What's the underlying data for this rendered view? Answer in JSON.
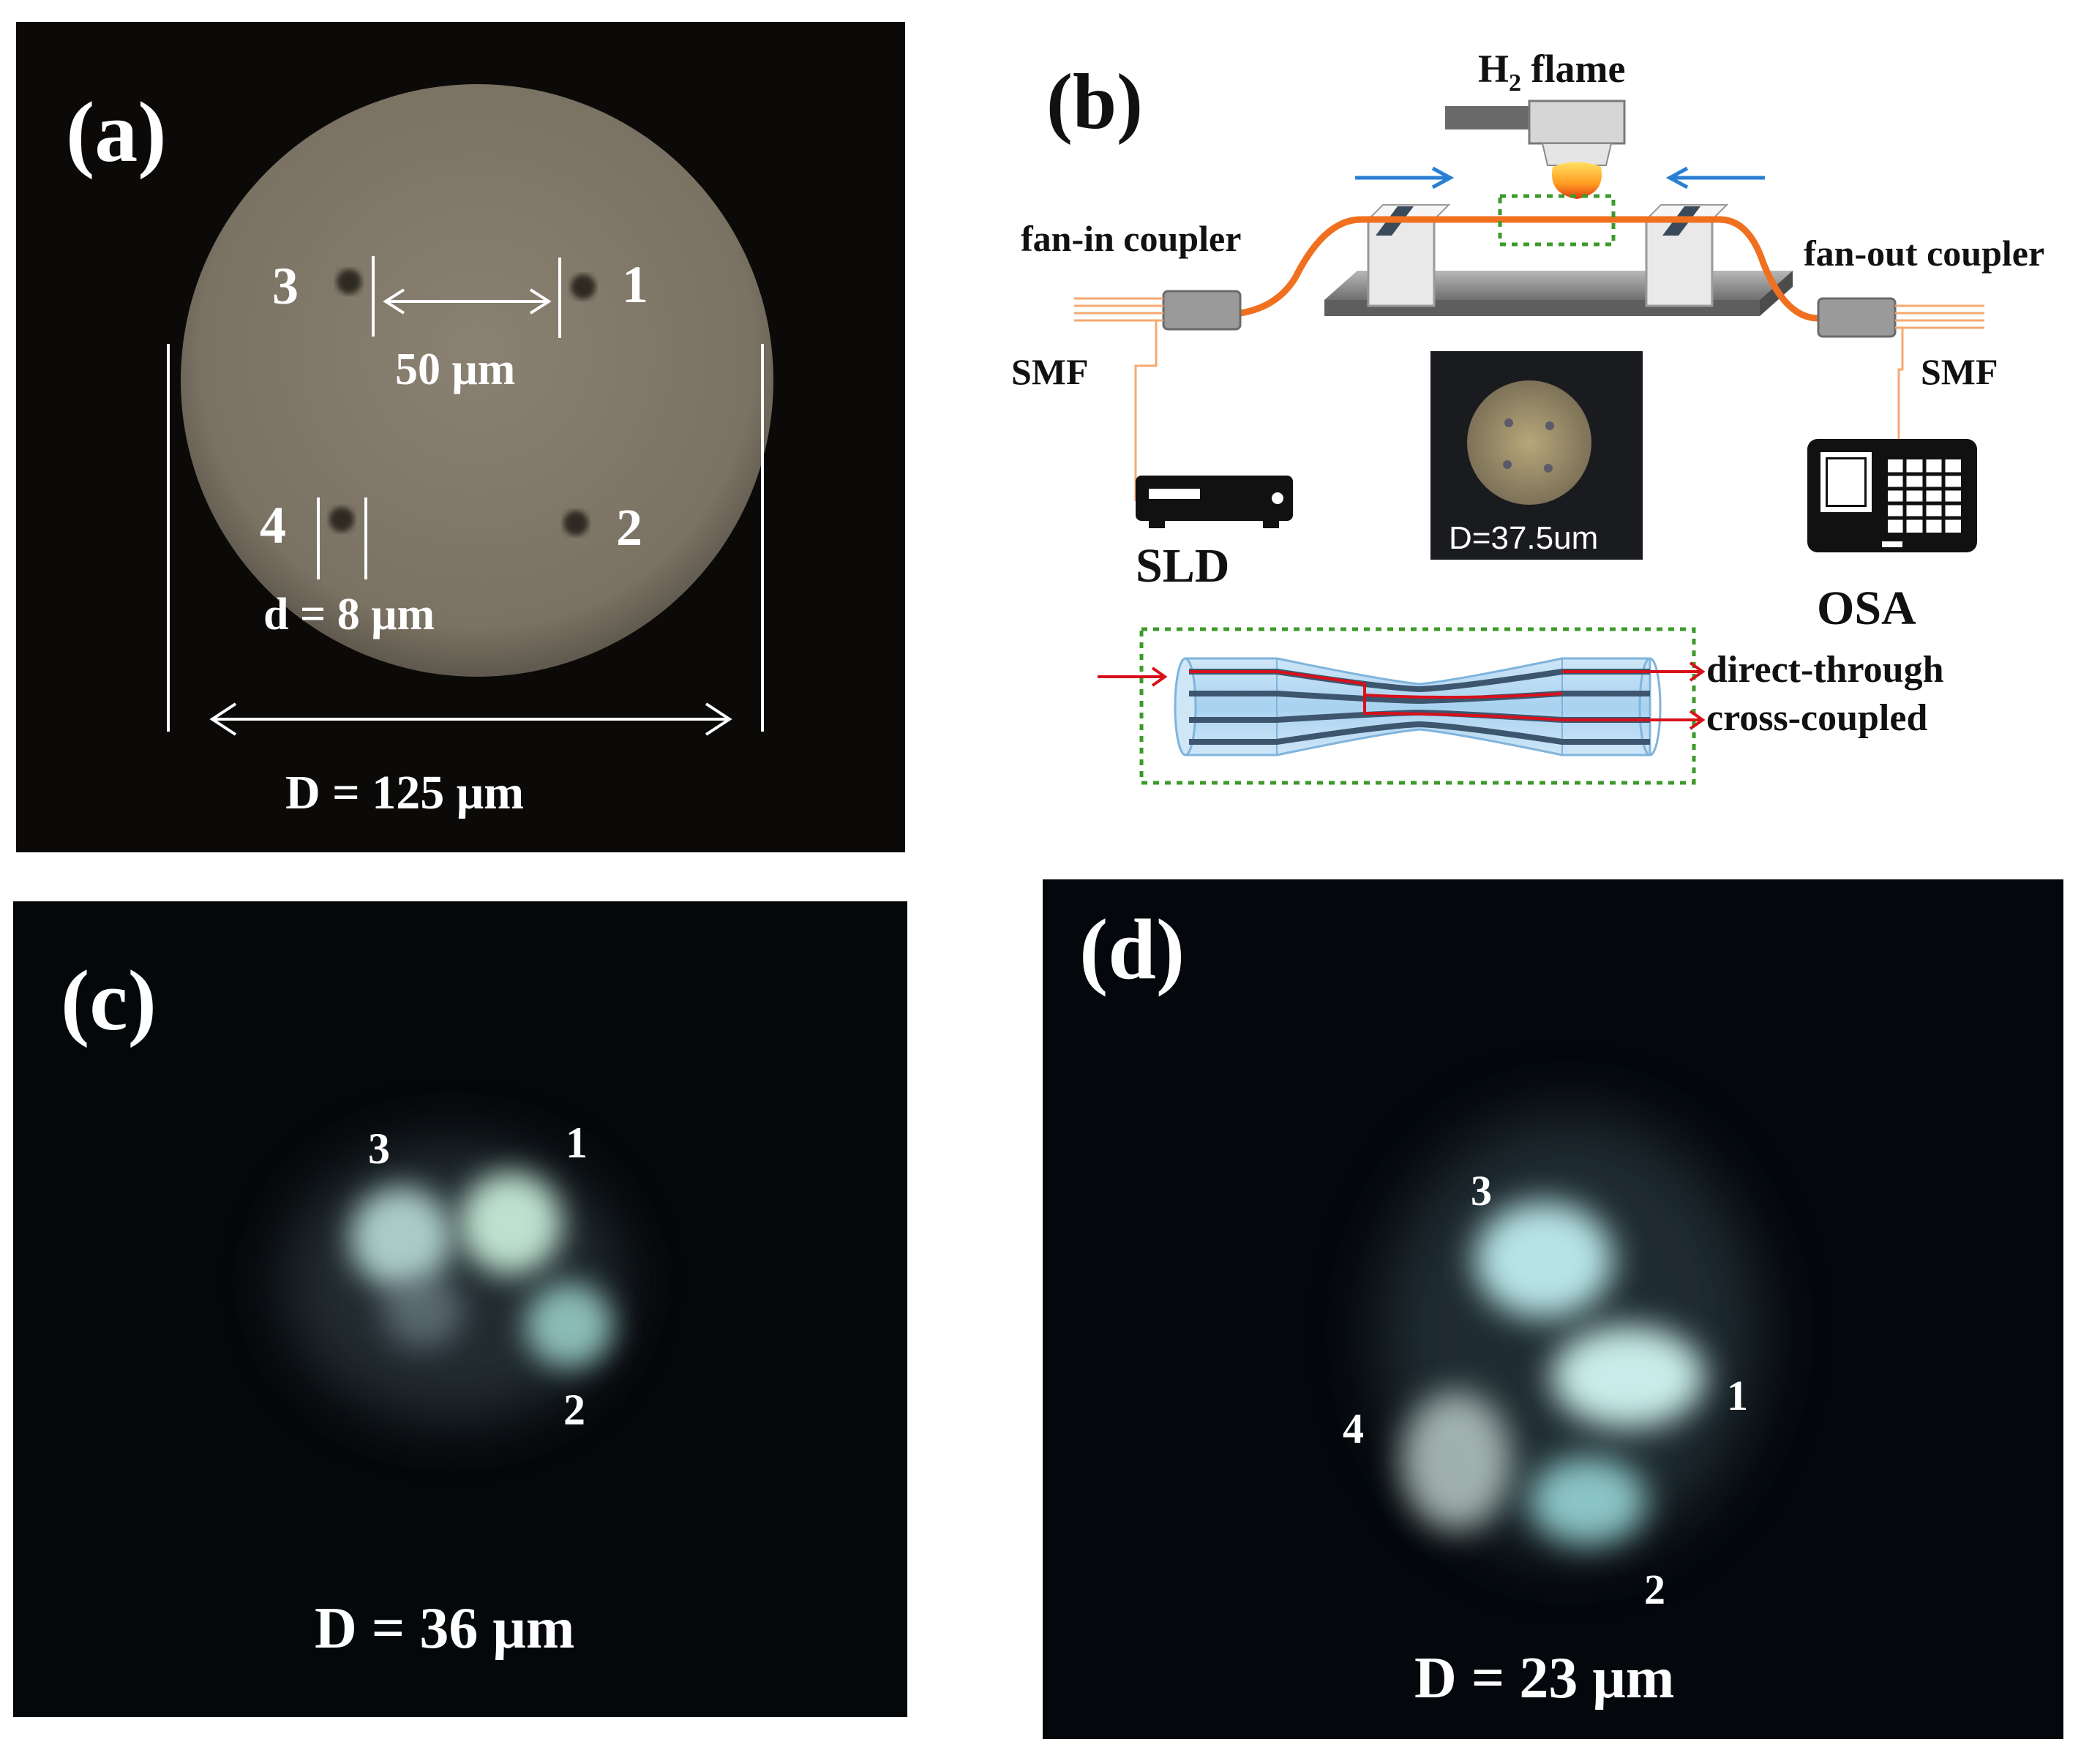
{
  "panel_a": {
    "label": "(a)",
    "cores": [
      "1",
      "2",
      "3",
      "4"
    ],
    "spacing_label": "50 μm",
    "core_diameter_label": "d = 8 μm",
    "cladding_diameter_label": "D = 125 μm"
  },
  "panel_b": {
    "label": "(b)",
    "flame_label_main": "H",
    "flame_label_sub": "2",
    "flame_label_rest": " flame",
    "fan_in_label": "fan-in coupler",
    "fan_out_label": "fan-out coupler",
    "smf_left_label": "SMF",
    "smf_right_label": "SMF",
    "source_label": "SLD",
    "analyzer_label": "OSA",
    "inset_label": "D=37.5um",
    "direct_label": "direct-through",
    "cross_label": "cross-coupled",
    "colors": {
      "fiber": "#f07020",
      "arrow_blue": "#2a7fd4",
      "signal_red": "#d8101a",
      "box_green": "#3c9a2a"
    }
  },
  "panel_c": {
    "label": "(c)",
    "cores": [
      "3",
      "1",
      "2"
    ],
    "diameter_label": "D = 36 μm"
  },
  "panel_d": {
    "label": "(d)",
    "cores": [
      "3",
      "1",
      "4",
      "2"
    ],
    "diameter_label": "D = 23 μm"
  }
}
